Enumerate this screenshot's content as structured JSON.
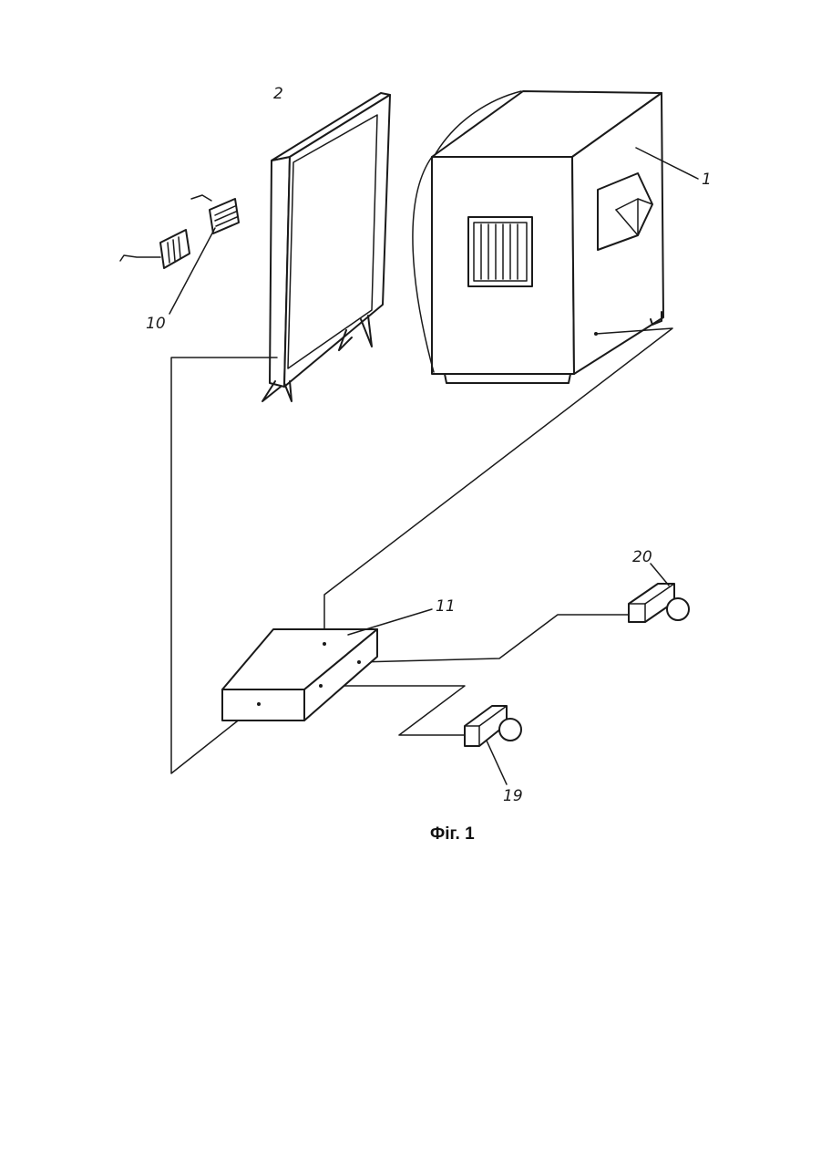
{
  "caption": "Фіг. 1",
  "reference_numerals": {
    "cabinet": "1",
    "screen": "2",
    "remote": "10",
    "control_unit": "11",
    "camera_lower": "19",
    "camera_upper": "20"
  }
}
